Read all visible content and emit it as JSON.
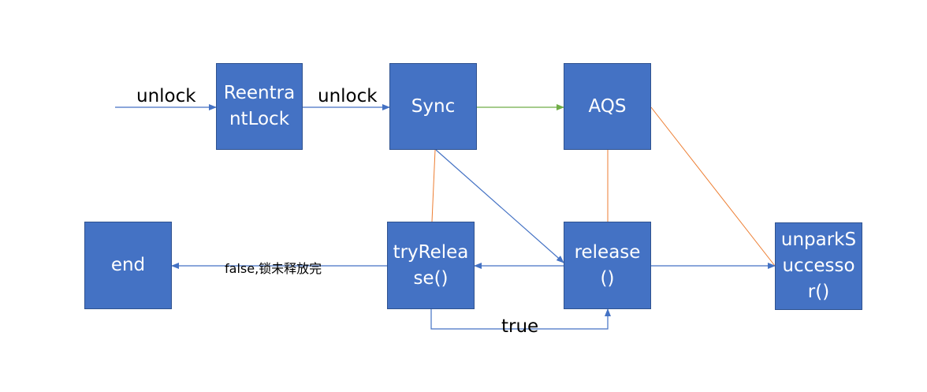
{
  "nodes": {
    "reentrantlock": "ReentrantLock",
    "sync": "Sync",
    "aqs": "AQS",
    "end": "end",
    "tryrelease": "tryRelease()",
    "release": "release()",
    "unpark": "unparkSuccessor()"
  },
  "edges": {
    "unlock_in": "unlock",
    "unlock_mid": "unlock",
    "false_label": "false,锁未释放完",
    "true_label": "true"
  },
  "colors": {
    "box_fill": "#4472c4",
    "box_border": "#2f528f",
    "arrow_blue": "#4472c4",
    "arrow_green": "#70ad47",
    "arrow_orange": "#ed7d31"
  }
}
